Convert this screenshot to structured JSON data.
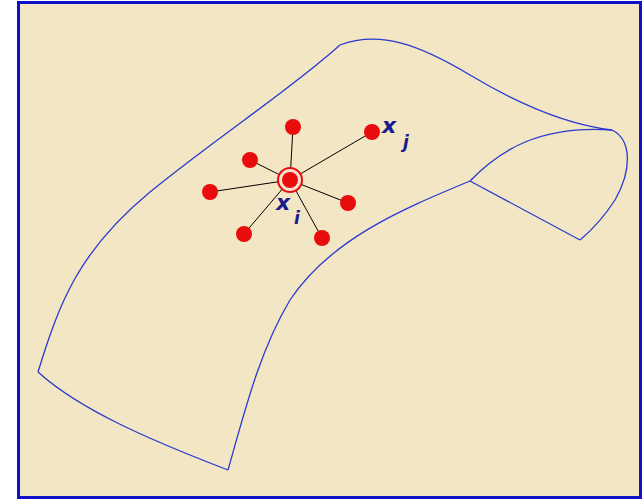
{
  "diagram": {
    "labels": [
      "x",
      "j",
      "x",
      "i"
    ]
  }
}
